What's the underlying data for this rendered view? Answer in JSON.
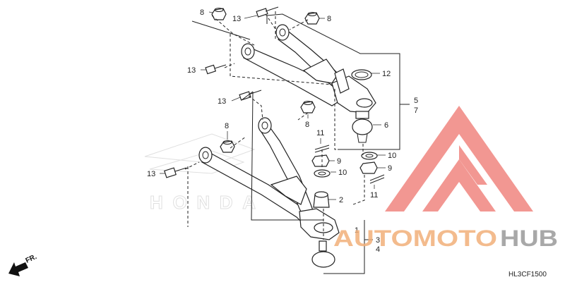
{
  "diagram": {
    "code": "HL3CF1500",
    "direction_label": "FR.",
    "callouts": {
      "c8a": "8",
      "c13a": "13",
      "c8b": "8",
      "c13b": "13",
      "c12": "12",
      "c5": "5",
      "c7": "7",
      "c6": "6",
      "c13c": "13",
      "c8c": "8",
      "c8d": "8",
      "c11a": "11",
      "c9a": "9",
      "c10a": "10",
      "c10b": "10",
      "c9b": "9",
      "c11b": "11",
      "c13d": "13",
      "c2": "2",
      "c1": "1",
      "c3": "3",
      "c4": "4"
    }
  },
  "watermark": {
    "brand_left": "AUTOMOTO",
    "brand_right": "HUB",
    "bg_brand": "HONDA",
    "colors": {
      "orange": "#f2b07a",
      "red": "#ef7b74",
      "gray": "#9a9a9a"
    }
  }
}
